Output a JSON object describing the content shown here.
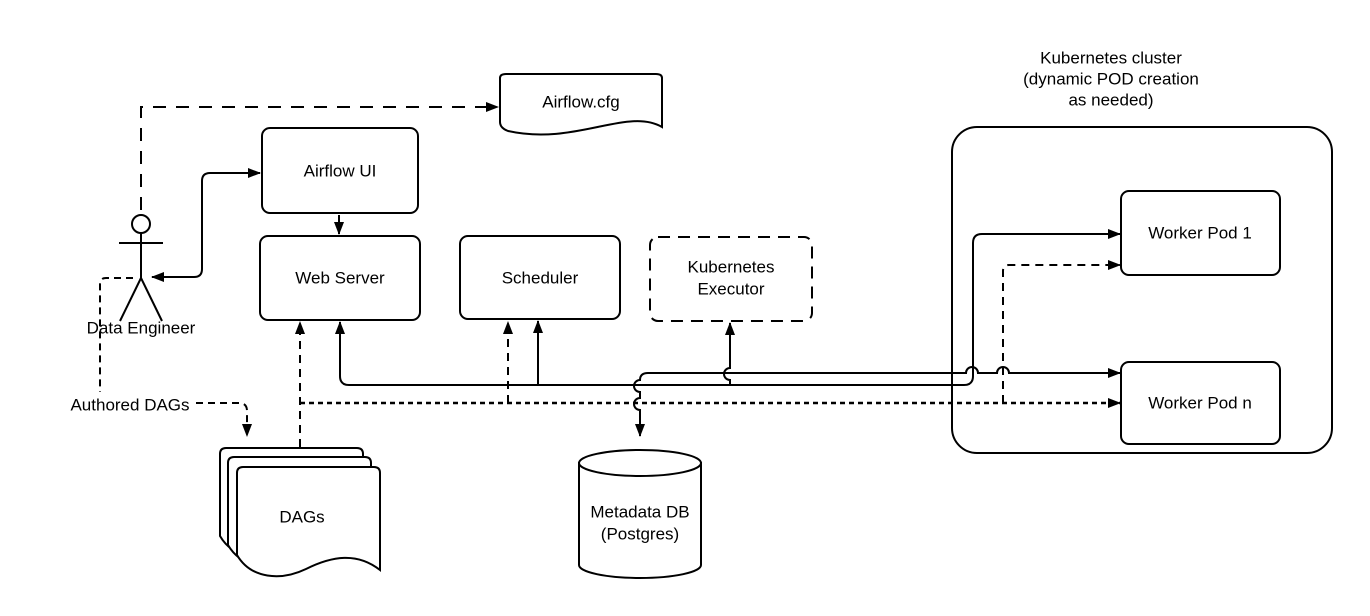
{
  "diagram": {
    "background": "#ffffff",
    "stroke_color": "#000000",
    "nodes": {
      "airflow_cfg": {
        "label": "Airflow.cfg"
      },
      "airflow_ui": {
        "label": "Airflow UI"
      },
      "web_server": {
        "label": "Web Server"
      },
      "scheduler": {
        "label": "Scheduler"
      },
      "kubernetes_executor": {
        "line1": "Kubernetes",
        "line2": "Executor"
      },
      "worker_pod_1": {
        "label": "Worker Pod 1"
      },
      "worker_pod_n": {
        "label": "Worker Pod n"
      },
      "dags": {
        "label": "DAGs"
      },
      "metadata_db": {
        "line1": "Metadata DB",
        "line2": "(Postgres)"
      },
      "data_engineer": {
        "label": "Data Engineer"
      }
    },
    "annotations": {
      "authored_dags": "Authored DAGs",
      "kubernetes_cluster": {
        "line1": "Kubernetes cluster",
        "line2": "(dynamic POD creation",
        "line3": "as needed)"
      }
    }
  }
}
